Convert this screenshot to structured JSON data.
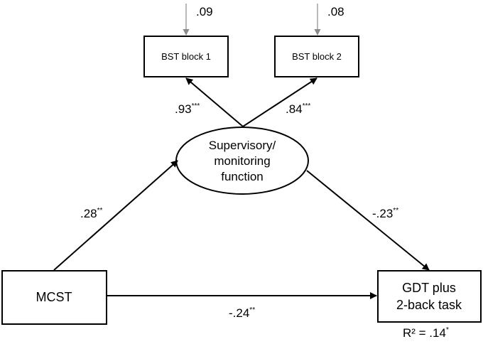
{
  "diagram": {
    "nodes": {
      "bst1": {
        "label": "BST block 1"
      },
      "bst2": {
        "label": "BST block 2"
      },
      "latent": {
        "line1": "Supervisory/",
        "line2": "monitoring",
        "line3": "function"
      },
      "mcst": {
        "label": "MCST"
      },
      "gdt": {
        "line1": "GDT plus",
        "line2": "2-back task"
      }
    },
    "error_terms": {
      "bst1": ".09",
      "bst2": ".08"
    },
    "paths": {
      "latent_bst1": {
        "value": ".93",
        "sig": "***"
      },
      "latent_bst2": {
        "value": ".84",
        "sig": "***"
      },
      "mcst_latent": {
        "value": ".28",
        "sig": "**"
      },
      "latent_gdt": {
        "value": "-.23",
        "sig": "**"
      },
      "mcst_gdt": {
        "value": "-.24",
        "sig": "**"
      }
    },
    "r_squared": {
      "text": "R² = .14",
      "sig": "*"
    }
  }
}
